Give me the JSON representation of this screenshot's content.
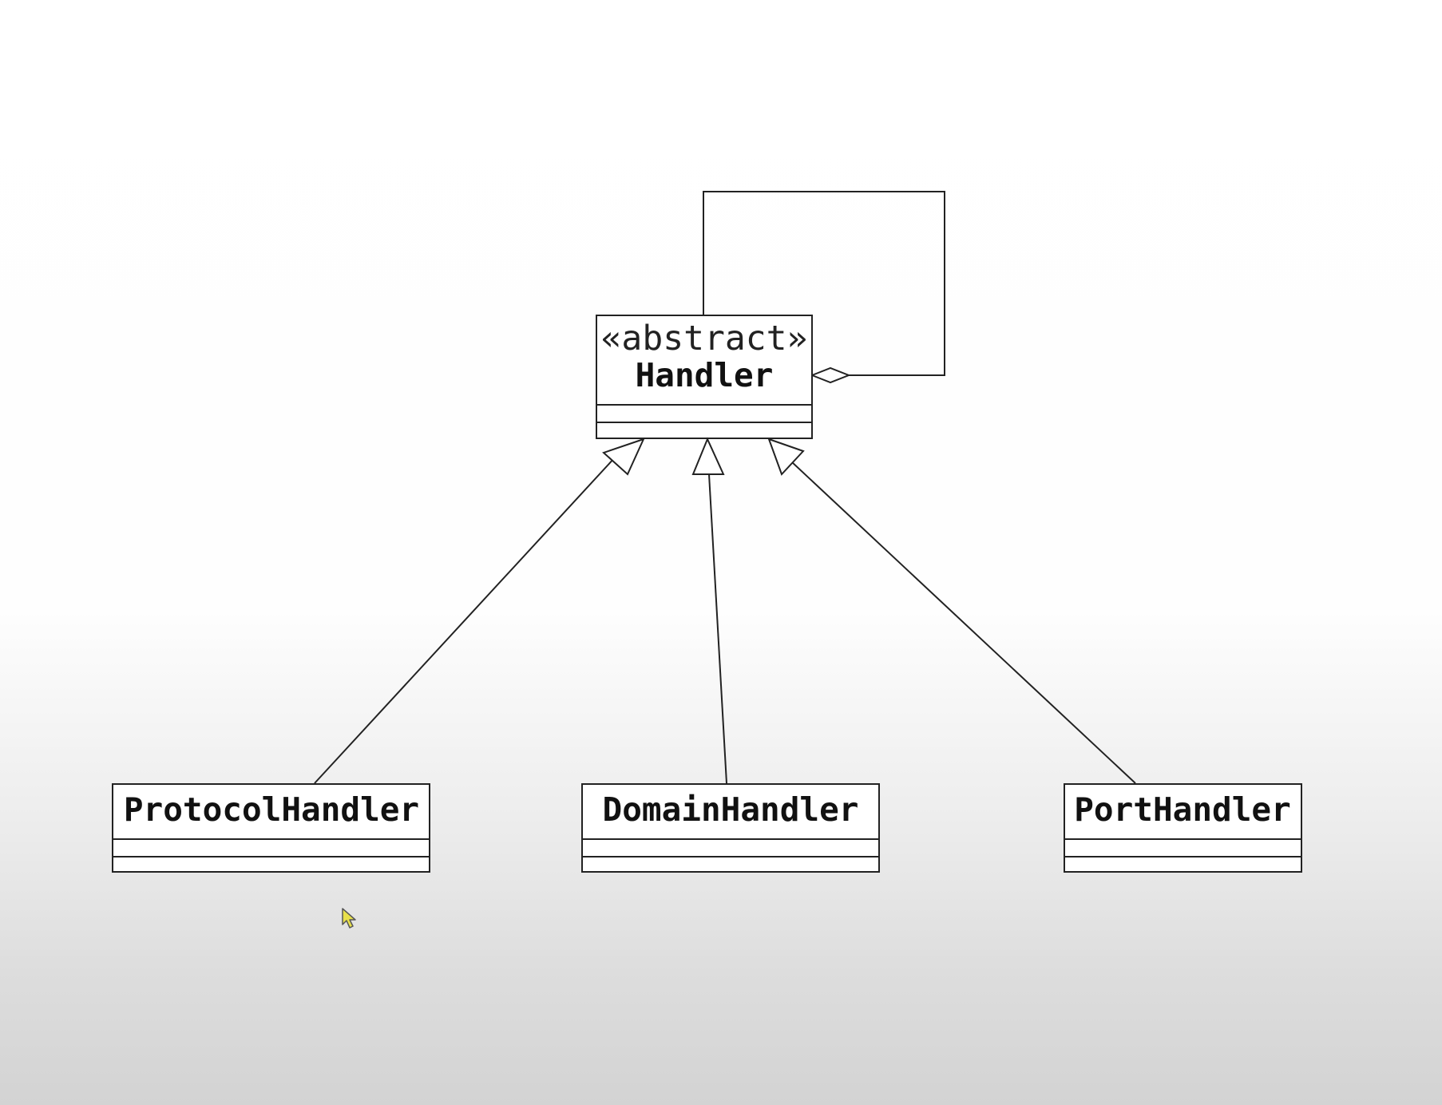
{
  "diagram": {
    "base_class": {
      "stereotype": "«abstract»",
      "name": "Handler"
    },
    "subclasses": [
      {
        "name": "ProtocolHandler"
      },
      {
        "name": "DomainHandler"
      },
      {
        "name": "PortHandler"
      }
    ],
    "relations": [
      {
        "type": "aggregation",
        "from": "Handler",
        "to": "Handler"
      },
      {
        "type": "generalization",
        "from": "ProtocolHandler",
        "to": "Handler"
      },
      {
        "type": "generalization",
        "from": "DomainHandler",
        "to": "Handler"
      },
      {
        "type": "generalization",
        "from": "PortHandler",
        "to": "Handler"
      }
    ]
  },
  "colors": {
    "line": "#222222",
    "box_fill": "#ffffff",
    "cursor": "#e8e04a"
  },
  "icons": {
    "cursor": "mouse-pointer-icon"
  }
}
